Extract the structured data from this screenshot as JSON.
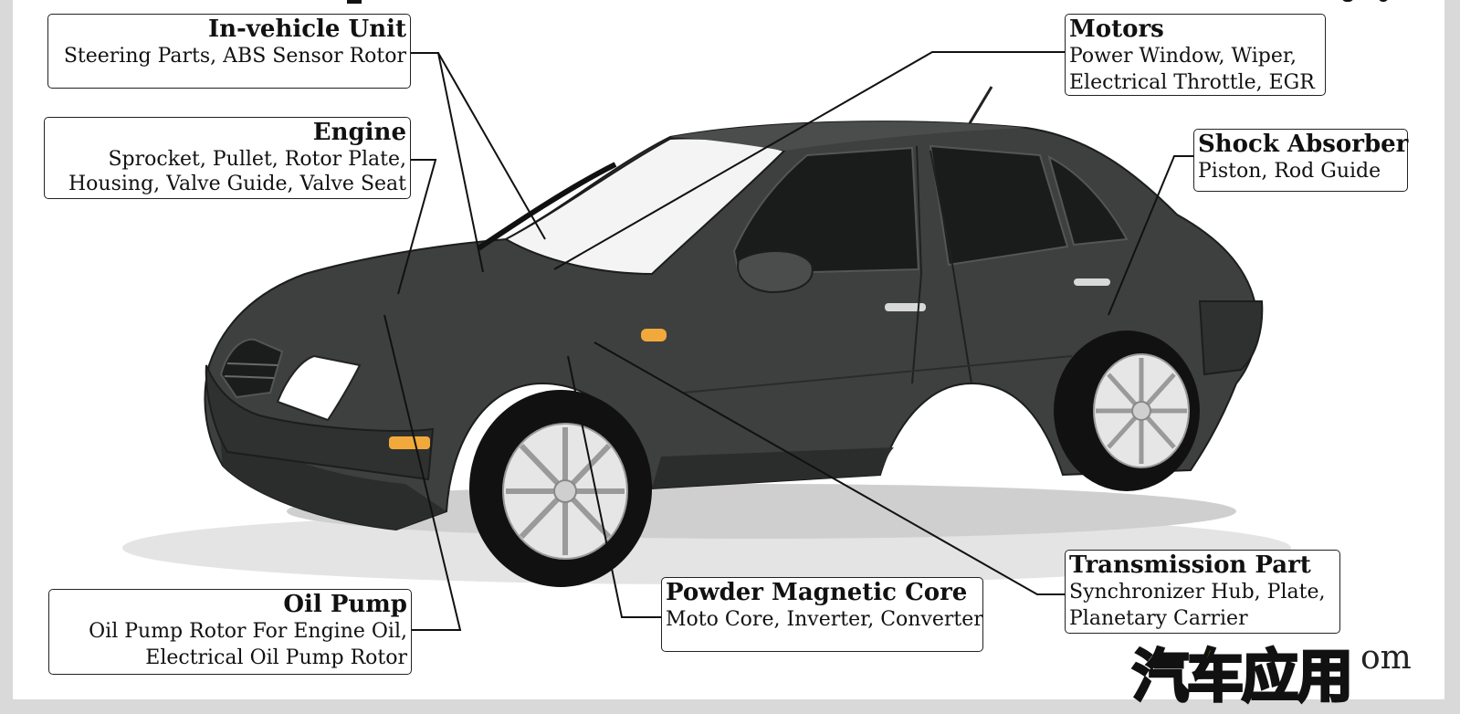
{
  "callouts": {
    "invehicle": {
      "title": "In-vehicle Unit",
      "lines": [
        "Steering Parts, ABS Sensor Rotor"
      ]
    },
    "engine": {
      "title": "Engine",
      "lines": [
        "Sprocket, Pullet, Rotor Plate,",
        "Housing, Valve Guide, Valve Seat"
      ]
    },
    "oilpump": {
      "title": "Oil Pump",
      "lines": [
        "Oil Pump Rotor For Engine Oil,",
        "Electrical Oil Pump Rotor"
      ]
    },
    "motors": {
      "title": "Motors",
      "lines": [
        "Power Window, Wiper,",
        "Electrical Throttle, EGR"
      ]
    },
    "shock": {
      "title": "Shock Absorber",
      "lines": [
        "Piston, Rod Guide"
      ]
    },
    "transmission": {
      "title": "Transmission Part",
      "lines": [
        "Synchronizer Hub, Plate,",
        "Planetary Carrier"
      ]
    },
    "powder": {
      "title": "Powder Magnetic Core",
      "lines": [
        "Moto Core, Inverter, Converter"
      ]
    }
  },
  "watermark": {
    "text": "汽车应用",
    "tail": "om"
  },
  "colors": {
    "car_body": "#3d403f",
    "glass": "#1a1c1c",
    "rim": "#e6e6e6",
    "turn_signal": "#f2a93b",
    "watermark": "#ffd400"
  }
}
